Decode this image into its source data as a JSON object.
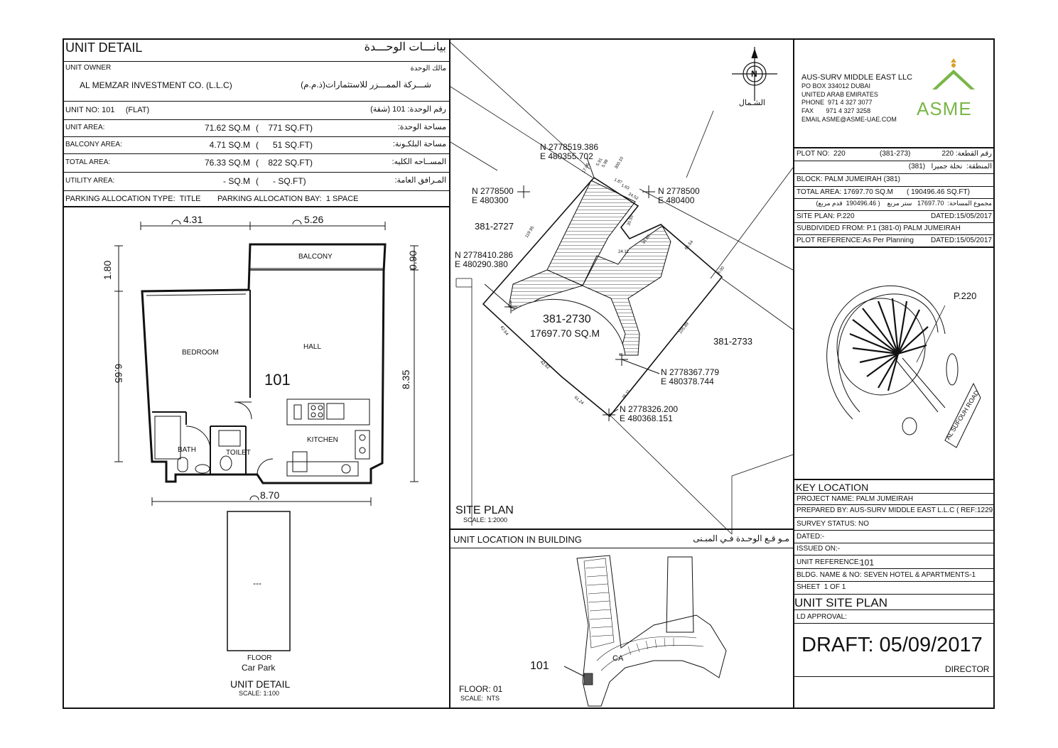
{
  "unit_detail": {
    "title": "UNIT DETAIL",
    "title_ar": "بيانـــات الوحـــدة",
    "owner_label": "UNIT OWNER",
    "owner_label_ar": "مالك الوحدة",
    "owner_name": "AL MEMZAR INVESTMENT CO. (L.L.C)",
    "owner_name_ar": "شـــركة الممـــزر للاستثمارات(ذ.م.م)",
    "unit_no": "UNIT NO: 101     (FLAT)",
    "unit_no_ar": "رقم الوحدة:  101    (شقة)",
    "rows": [
      {
        "label": "UNIT AREA:",
        "sqm": "71.62 SQ.M",
        "sqft": "(    771 SQ.FT)",
        "label_ar": "مساحة الوحدة:"
      },
      {
        "label": "BALCONY AREA:",
        "sqm": "4.71 SQ.M",
        "sqft": "(      51 SQ.FT)",
        "label_ar": "مساحة البلكـونة:"
      },
      {
        "label": "TOTAL AREA:",
        "sqm": "76.33 SQ.M",
        "sqft": "(    822 SQ.FT)",
        "label_ar": "المســاحه الكليه:"
      },
      {
        "label": "UTILITY AREA:",
        "sqm": "- SQ.M",
        "sqft": "(      - SQ.FT)",
        "label_ar": "المـرافق العامة:"
      }
    ],
    "parking_type": "PARKING ALLOCATION TYPE:  TITLE",
    "parking_bay": "PARKING ALLOCATION BAY:  1 SPACE"
  },
  "floor_plan": {
    "dim_top_left": "4.31",
    "dim_top_right": "5.26",
    "dim_bottom": "8.70",
    "dim_left_top": "1.80",
    "dim_left": "6.65",
    "dim_right_top": "0.90",
    "dim_right": "8.35",
    "balcony": "BALCONY",
    "bedroom": "BEDROOM",
    "hall": "HALL",
    "unit_number": "101",
    "kitchen": "KITCHEN",
    "bath": "BATH",
    "toilet": "TOILET",
    "parking_value": "---",
    "parking_floor": "FLOOR",
    "parking_name": "Car Park",
    "footer_title": "UNIT DETAIL",
    "footer_scale": "SCALE: 1:100"
  },
  "site_plan": {
    "north": "N",
    "north_ar": "الشـمال",
    "coords": [
      {
        "n": "N 2778519.386",
        "e": "E 480355.702"
      },
      {
        "n": "N 2778500",
        "e": "E 480300"
      },
      {
        "n": "N 2778500",
        "e": "E 480400"
      },
      {
        "n": "N 2778410.286",
        "e": "E 480290.380"
      },
      {
        "n": "N 2778367.779",
        "e": "E 480378.744"
      },
      {
        "n": "N 2778326.200",
        "e": "E 480368.151"
      }
    ],
    "plots": [
      "381-2727",
      "381-2733"
    ],
    "main_plot": "381-2730",
    "main_area": "17697.70 SQ.M",
    "edge_labels": [
      "119.95",
      "42.64",
      "42.62",
      "61.24",
      "36.11",
      "105.89",
      "6.00",
      "66.54",
      "38.60",
      "24.11",
      "35.55",
      "24.52",
      "1.63",
      "1.87",
      "5.91",
      "5.98",
      "300.10",
      "17.06"
    ],
    "title": "SITE PLAN",
    "scale": "SCALE: 1:2000"
  },
  "location": {
    "title": "UNIT LOCATION IN BUILDING",
    "title_ar": "مـو قـع الوحـدة  فـي المبـنى",
    "floor": "FLOOR: 01",
    "scale": "SCALE:  NTS",
    "unit_pointer": "101",
    "ca_label": "CA"
  },
  "company": {
    "name": "AUS-SURV MIDDLE EAST LLC",
    "lines": [
      "PO BOX 334012 DUBAI",
      "UNITED ARAB EMIRATES",
      "PHONE  971 4 327 3077",
      "FAX       971 4 327 3258",
      "EMAIL ASME@ASME-UAE.COM"
    ],
    "logo_text": "ASME",
    "logo_color": "#7ab648",
    "logo_accent": "#d8a12a"
  },
  "plot_info": {
    "plot_no": "PLOT NO:  220",
    "plot_code": "(381-273)",
    "plot_no_ar": "رقم القطعة:  220",
    "area_ar": "المنطقة:  نخلة جميرا   (381)",
    "block": "BLOCK: PALM JUMEIRAH (381)",
    "total_area": "TOTAL AREA:  17697.70 SQ.M",
    "total_area_ft": "( 190496.46 SQ.FT)",
    "total_area_ar": "مجموع المساحة:  17697.70   ستر مربع    ( 190496.46  قدم مربع)",
    "site_plan": "SITE PLAN: P.220",
    "site_plan_date": "DATED:15/05/2017",
    "subdivided": "SUBDIVIDED FROM: P.1 (381-0) PALM JUMEIRAH",
    "plot_ref": "PLOT REFERENCE:As Per Planning",
    "plot_ref_date": "DATED:15/05/2017"
  },
  "key_map": {
    "plot_label": "P.220",
    "road": "AL SUFOUH ROAD"
  },
  "key_location": {
    "title": "KEY LOCATION",
    "project": "PROJECT NAME: PALM JUMEIRAH",
    "prepared": "PREPARED BY: AUS-SURV MIDDLE EAST L.L.C ( REF:1229)",
    "survey": "SURVEY STATUS:  NO",
    "dated": "DATED:-",
    "issued": "ISSUED ON:-",
    "unit_ref_label": "UNIT REFERENCE:",
    "unit_ref": "101",
    "bldg": "BLDG. NAME & NO:  SEVEN HOTEL & APARTMENTS-1",
    "sheet": "SHEET  1 OF 1",
    "unit_site_plan": "UNIT SITE PLAN",
    "ld_approval": "LD APPROVAL:",
    "draft": "DRAFT: 05/09/2017",
    "director": "DIRECTOR"
  }
}
